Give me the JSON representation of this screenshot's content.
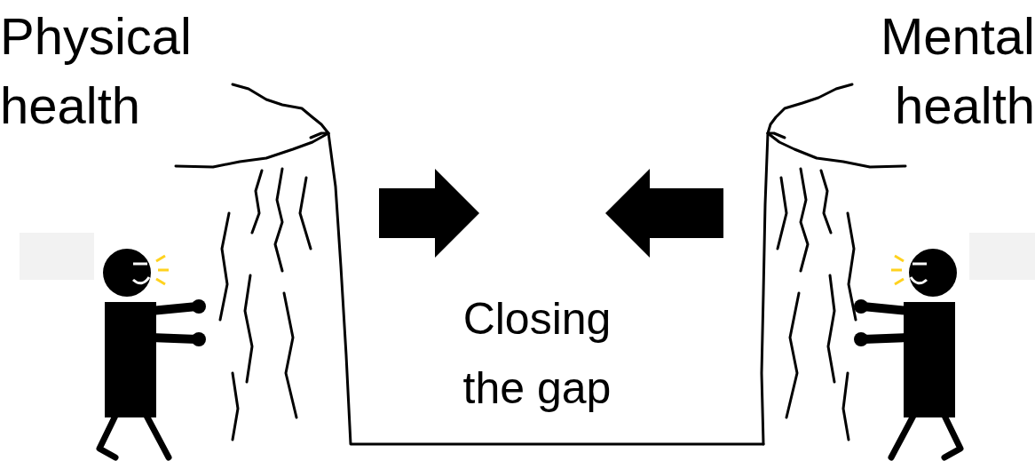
{
  "diagram": {
    "labels": [
      "Physical health",
      "Mental health",
      "Closing the gap"
    ]
  }
}
